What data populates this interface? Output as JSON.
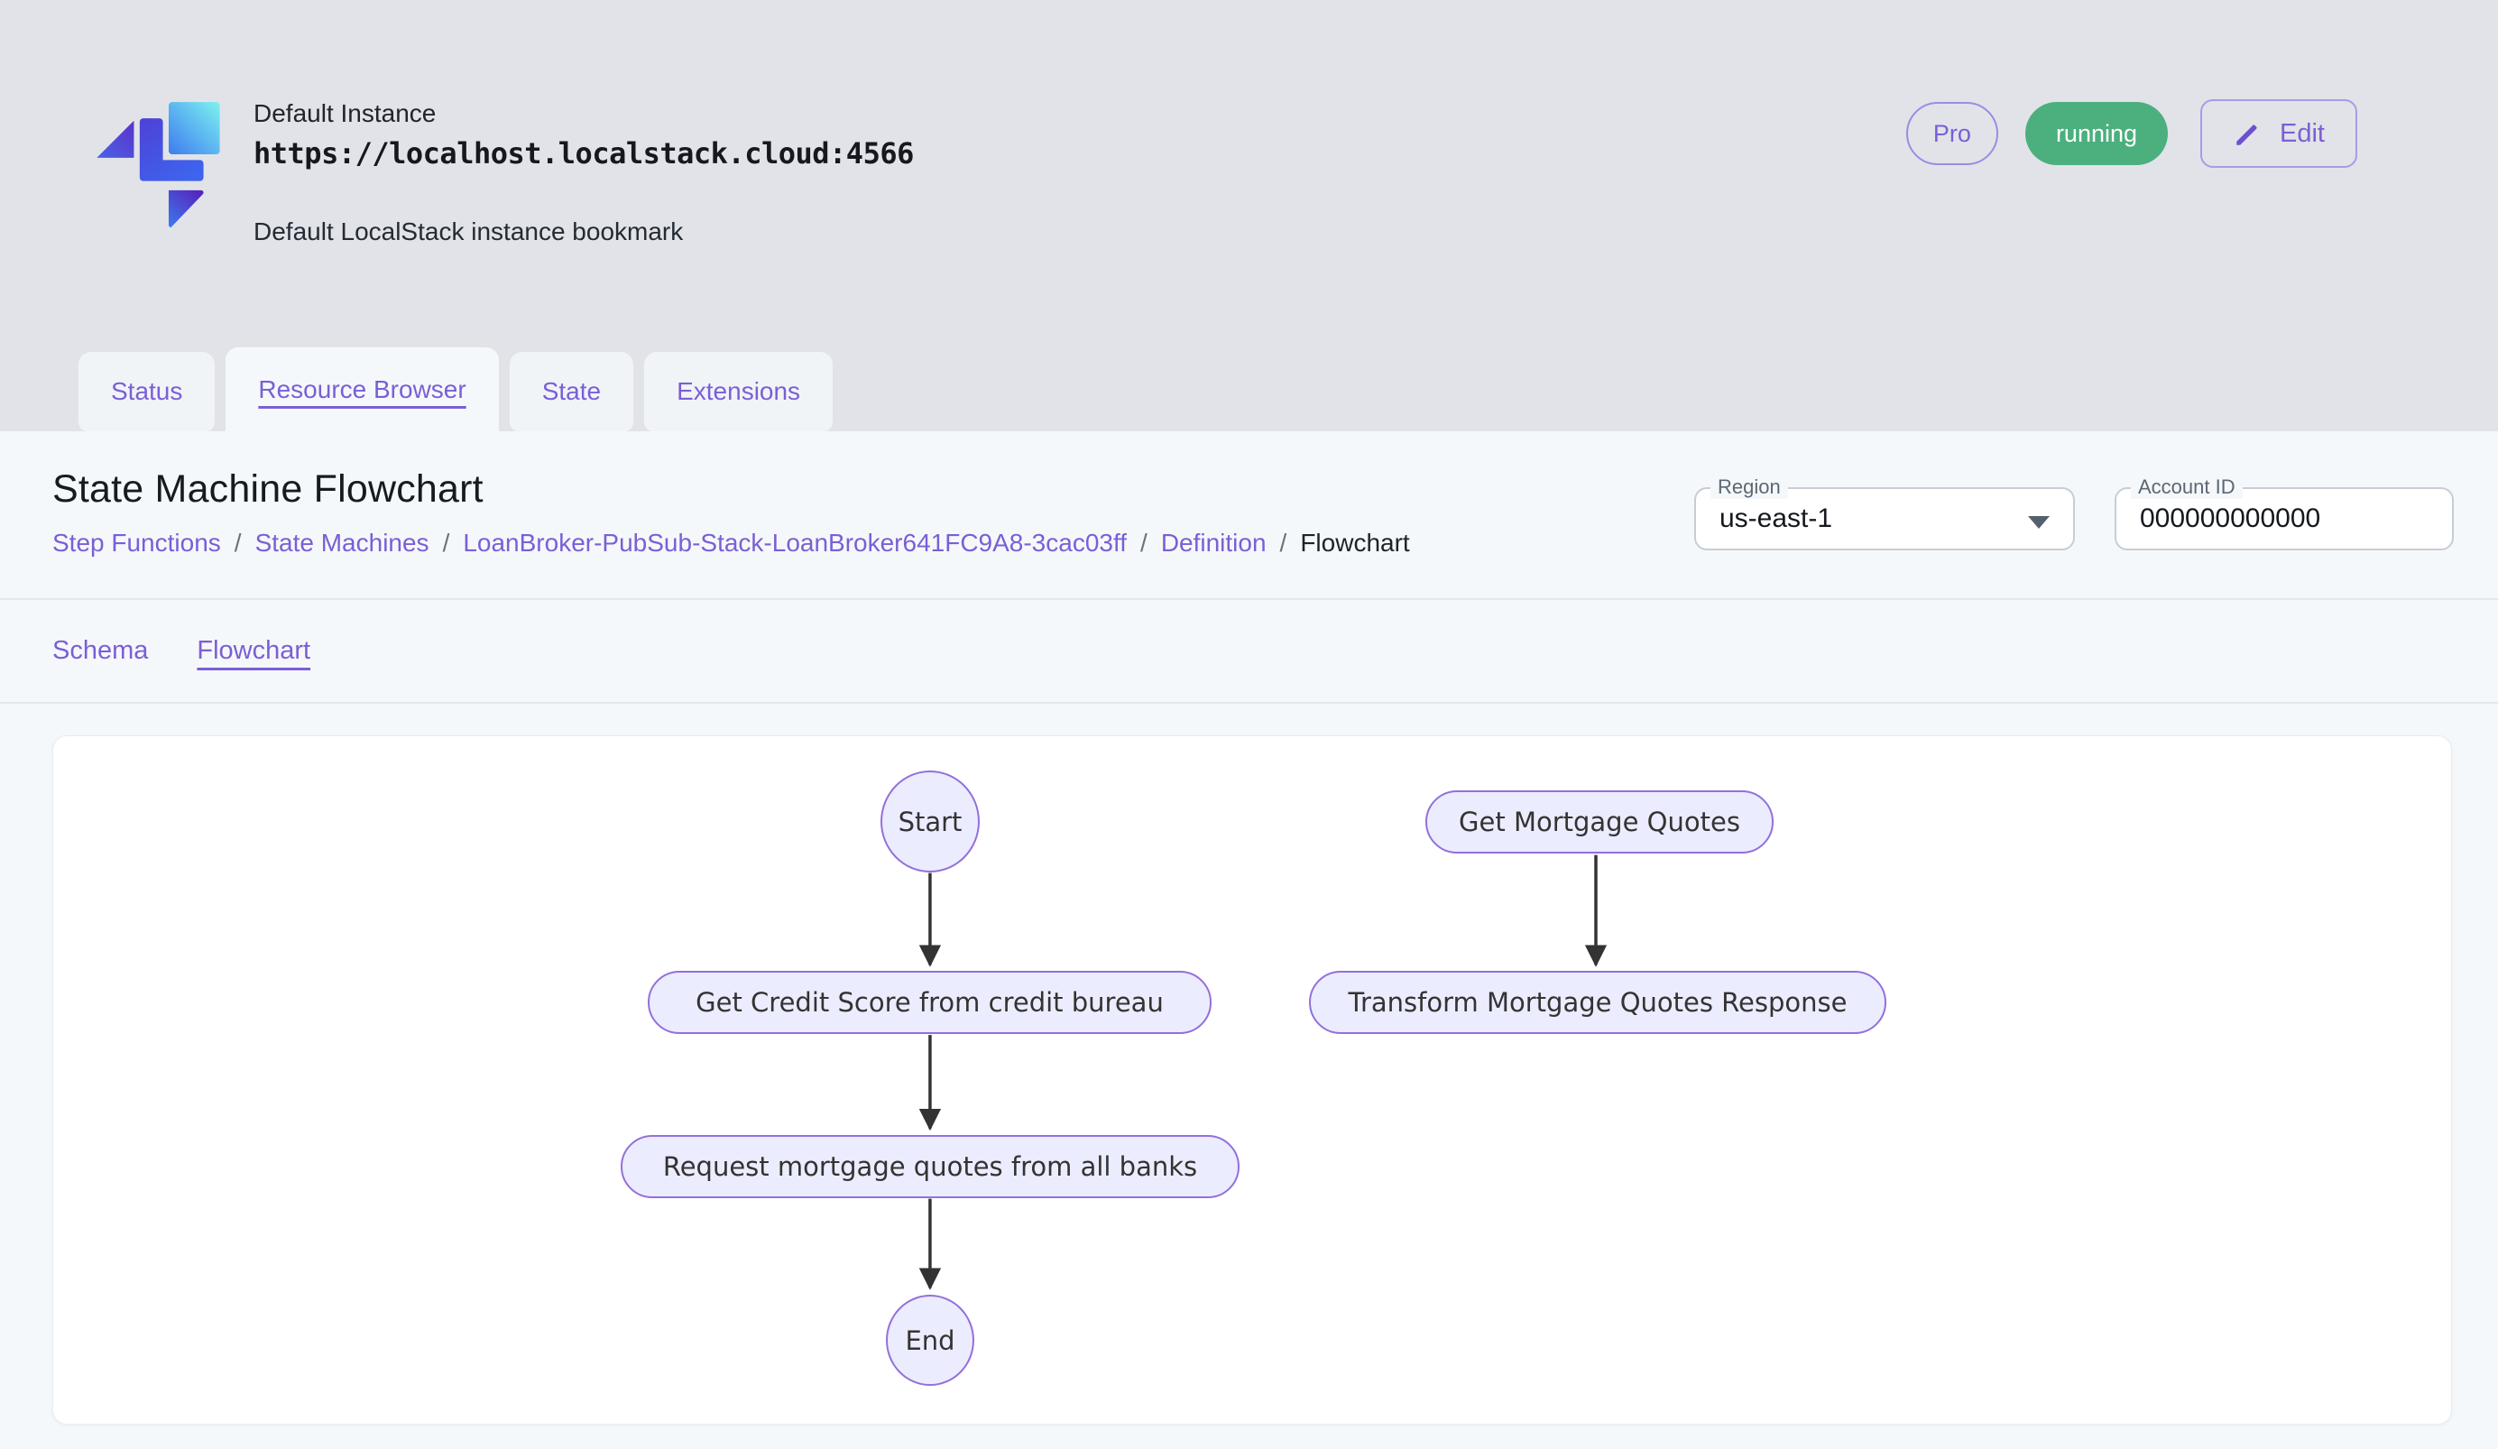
{
  "colors": {
    "accent_purple": "#7A5FD6",
    "running_green": "#4CAF7E",
    "header_bg": "#E1E3E8",
    "panel_bg": "#F5F8FA",
    "node_fill": "#ECECFF",
    "node_border": "#9370DB",
    "edge_color": "#333333"
  },
  "icons": {
    "logo": "localstack-logo",
    "edit": "pencil-icon",
    "region": "chevron-down-icon"
  },
  "header": {
    "instance_name": "Default Instance",
    "instance_url": "https://localhost.localstack.cloud:4566",
    "instance_description": "Default LocalStack instance bookmark",
    "pro_badge": "Pro",
    "status_badge": "running",
    "edit_button": "Edit"
  },
  "tabs": [
    {
      "label": "Status",
      "active": false
    },
    {
      "label": "Resource Browser",
      "active": true
    },
    {
      "label": "State",
      "active": false
    },
    {
      "label": "Extensions",
      "active": false
    }
  ],
  "page": {
    "title": "State Machine Flowchart",
    "breadcrumb": [
      {
        "label": "Step Functions"
      },
      {
        "label": "State Machines"
      },
      {
        "label": "LoanBroker-PubSub-Stack-LoanBroker641FC9A8-3cac03ff"
      },
      {
        "label": "Definition"
      },
      {
        "label": "Flowchart"
      }
    ],
    "breadcrumb_separator": "/",
    "region": {
      "label": "Region",
      "value": "us-east-1"
    },
    "account": {
      "label": "Account ID",
      "value": "000000000000"
    },
    "subtabs": [
      {
        "label": "Schema",
        "active": false
      },
      {
        "label": "Flowchart",
        "active": true
      }
    ]
  },
  "flowchart": {
    "nodes": [
      {
        "id": "start",
        "label": "Start",
        "shape": "ellipse"
      },
      {
        "id": "get-credit-score",
        "label": "Get Credit Score from credit bureau",
        "shape": "stadium"
      },
      {
        "id": "request-quotes",
        "label": "Request mortgage quotes from all banks",
        "shape": "stadium"
      },
      {
        "id": "end",
        "label": "End",
        "shape": "ellipse"
      },
      {
        "id": "get-mortgage-quotes",
        "label": "Get Mortgage Quotes",
        "shape": "stadium"
      },
      {
        "id": "transform-response",
        "label": "Transform Mortgage Quotes Response",
        "shape": "stadium"
      }
    ],
    "edges": [
      {
        "from": "start",
        "to": "get-credit-score"
      },
      {
        "from": "get-credit-score",
        "to": "request-quotes"
      },
      {
        "from": "request-quotes",
        "to": "end"
      },
      {
        "from": "get-mortgage-quotes",
        "to": "transform-response"
      }
    ]
  }
}
